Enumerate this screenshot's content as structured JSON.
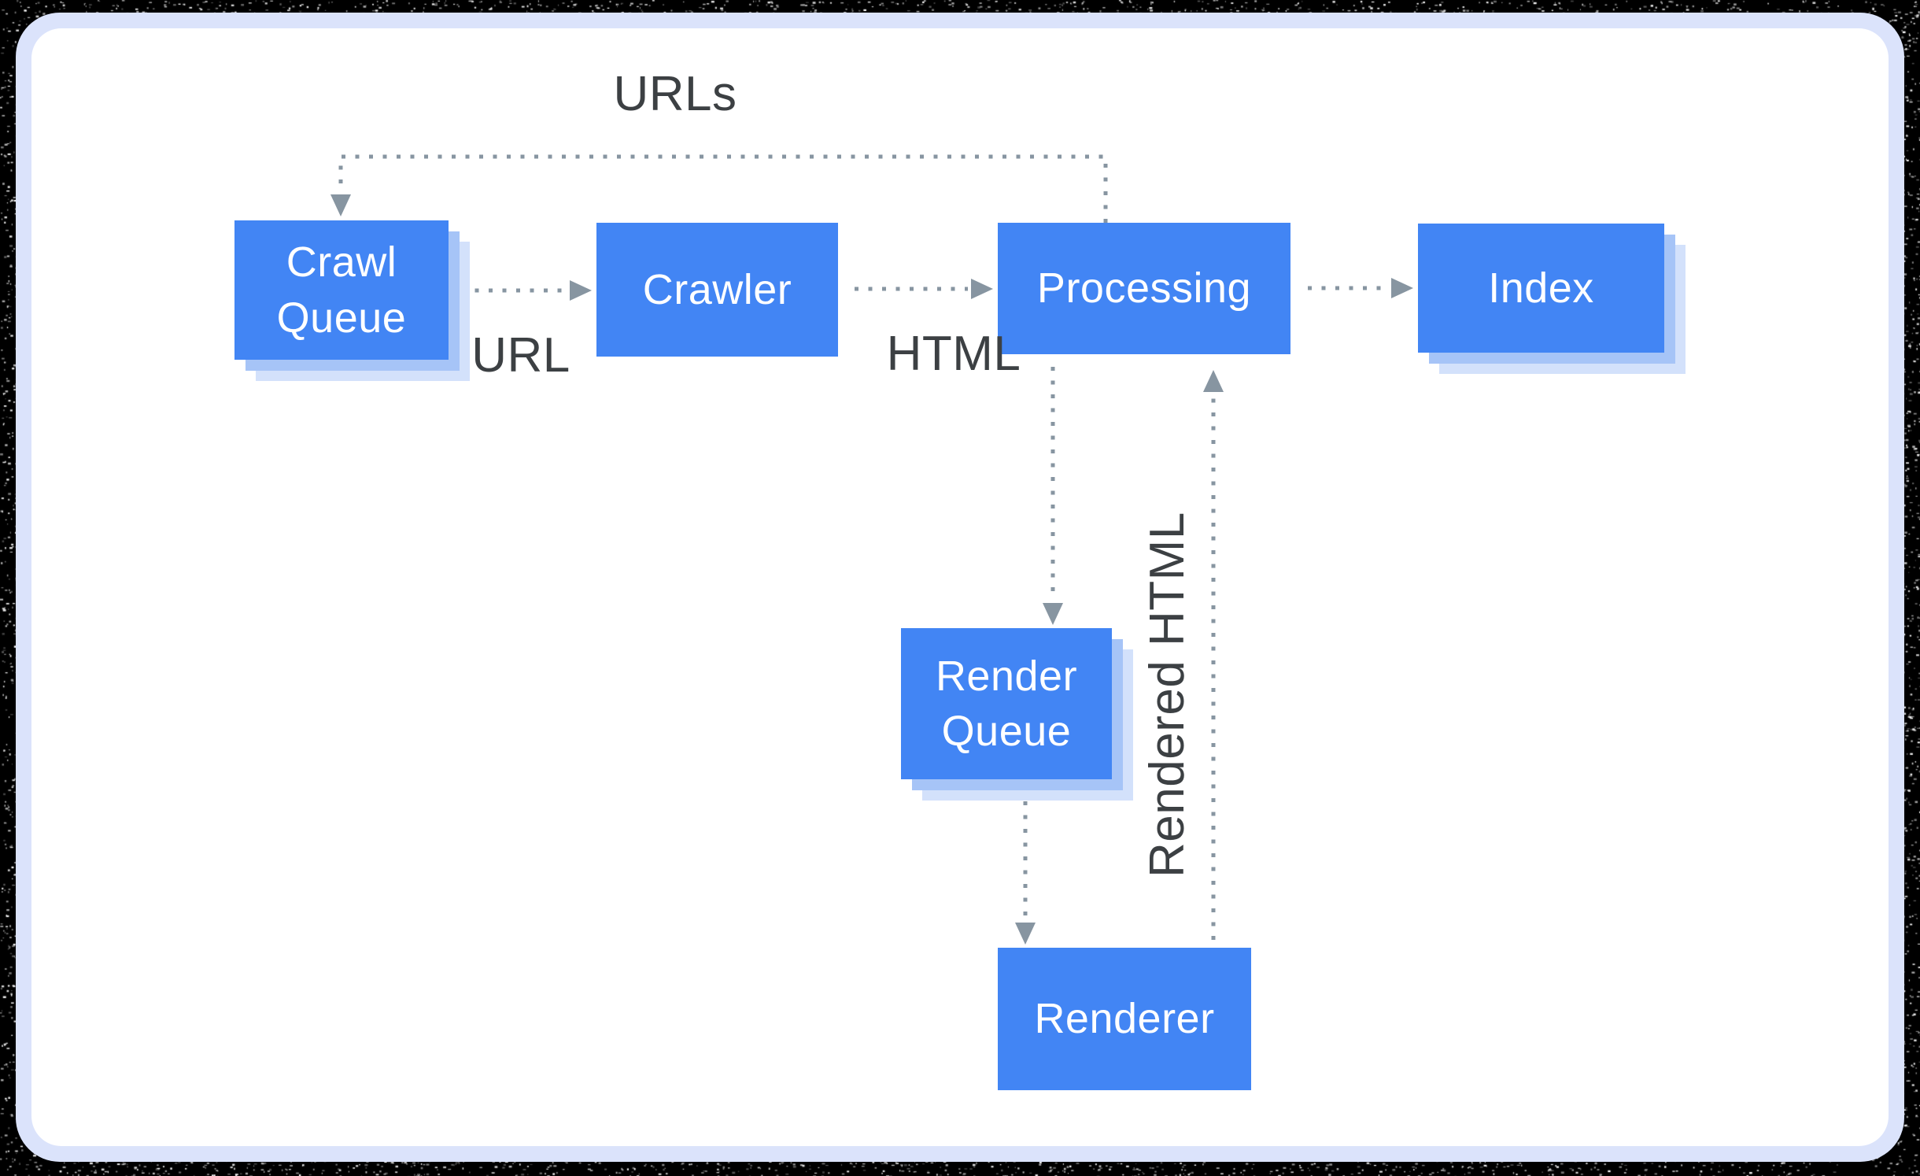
{
  "diagram": {
    "description": "Crawl, render and index pipeline flowchart",
    "nodes": [
      {
        "id": "crawl-queue",
        "label": "Crawl Queue",
        "shadow": true
      },
      {
        "id": "crawler",
        "label": "Crawler",
        "shadow": false
      },
      {
        "id": "processing",
        "label": "Processing",
        "shadow": false
      },
      {
        "id": "index",
        "label": "Index",
        "shadow": true
      },
      {
        "id": "render-queue",
        "label": "Render Queue",
        "shadow": true
      },
      {
        "id": "renderer",
        "label": "Renderer",
        "shadow": false
      }
    ],
    "edges": [
      {
        "from": "processing",
        "to": "crawl-queue",
        "label": "URLs",
        "style": "dotted"
      },
      {
        "from": "crawl-queue",
        "to": "crawler",
        "label": "URL",
        "style": "dotted"
      },
      {
        "from": "crawler",
        "to": "processing",
        "label": "HTML",
        "style": "dotted"
      },
      {
        "from": "processing",
        "to": "index",
        "label": "",
        "style": "dotted"
      },
      {
        "from": "processing",
        "to": "render-queue",
        "label": "",
        "style": "dotted"
      },
      {
        "from": "render-queue",
        "to": "renderer",
        "label": "",
        "style": "dotted"
      },
      {
        "from": "renderer",
        "to": "processing",
        "label": "Rendered HTML",
        "style": "dotted"
      }
    ],
    "colors": {
      "node_fill": "#4285f4",
      "node_text": "#ffffff",
      "node_shadow_inner": "#a6c4f7",
      "node_shadow_outer": "#d3e1fb",
      "connector": "#8795a1",
      "label_text": "#3c4043",
      "card_background": "#ffffff",
      "card_border": "#dbe3fb",
      "page_background": "#000000"
    }
  }
}
